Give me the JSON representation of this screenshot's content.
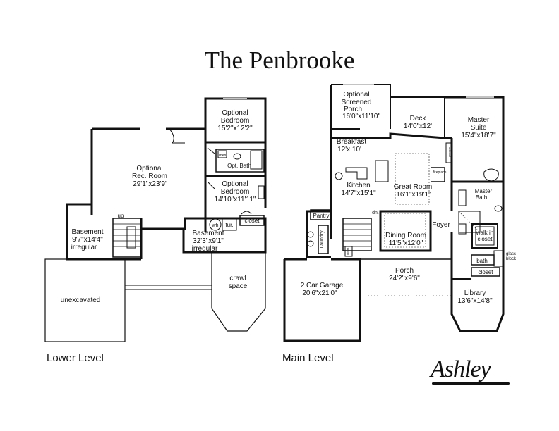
{
  "title": "The Penbrooke",
  "levels": {
    "lower": "Lower Level",
    "main": "Main Level"
  },
  "brand": "Ashley",
  "lower_rooms": {
    "optional_bedroom_top": {
      "name_line1": "Optional",
      "name_line2": "Bedroom",
      "size": "15'2\"x12'2\""
    },
    "rec_room": {
      "name_line1": "Optional",
      "name_line2": "Rec. Room",
      "size": "29'1\"x23'9'"
    },
    "opt_bath": "Opt. Bath",
    "linen": "linen",
    "optional_bedroom_mid": {
      "name_line1": "Optional",
      "name_line2": "Bedroom",
      "size": "14'10\"x11'11\""
    },
    "closet": "closet",
    "wh": "wh",
    "fur": "fur.",
    "stair_up": "up",
    "basement_left": {
      "name": "Basement",
      "size": "9'7\"x14'4\"",
      "note": "irregular"
    },
    "basement_right": {
      "name": "Basement",
      "size": "32'3\"x9'1\"",
      "note": "irregular"
    },
    "unexcavated": "unexcavated",
    "crawl": {
      "line1": "crawl",
      "line2": "space"
    }
  },
  "main_rooms": {
    "screened_porch": {
      "line1": "Optional",
      "line2": "Screened",
      "line3": "Porch",
      "size": "16'0\"x11'10\""
    },
    "deck": {
      "name": "Deck",
      "size": "14'0\"x12'"
    },
    "master_suite": {
      "name_line1": "Master",
      "name_line2": "Suite",
      "size": "15'4\"x18'7\""
    },
    "breakfast": {
      "name": "Breakfast",
      "size": "12'x 10'"
    },
    "optional_small": "optional",
    "fireplace": "fireplace",
    "kitchen": {
      "name": "Kitchen",
      "size": "14'7\"x15'1\""
    },
    "great_room": {
      "name": "Great Room",
      "size": "16'1\"x19'1\""
    },
    "master_bath": {
      "line1": "Master",
      "line2": "Bath"
    },
    "pantry": "Pantry",
    "dn": "dn.",
    "foyer": "Foyer",
    "dining": {
      "name": "Dining Room",
      "size": "11'5\"x12'0\""
    },
    "laundry": "Laundry",
    "closet_small": "closet",
    "walk_in_closet": {
      "line1": "walk in",
      "line2": "closet"
    },
    "glass_block": {
      "line1": "glass",
      "line2": "block"
    },
    "bath": "bath",
    "closet_lower": "closet",
    "garage": {
      "name": "2 Car Garage",
      "size": "20'6\"x21'0\""
    },
    "porch": {
      "name": "Porch",
      "size": "24'2\"x9'6\""
    },
    "library": {
      "name": "Library",
      "size": "13'6\"x14'8\""
    }
  }
}
